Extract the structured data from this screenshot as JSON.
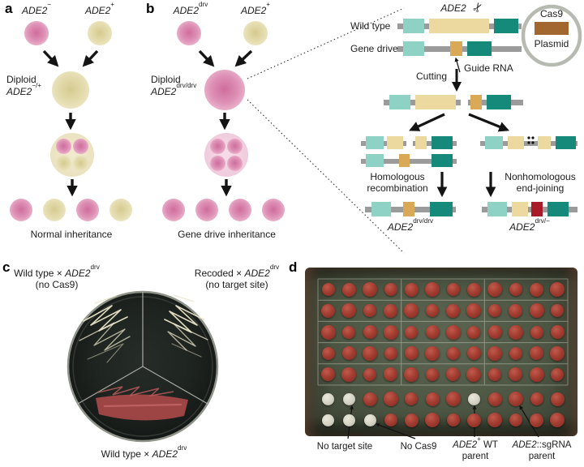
{
  "colors": {
    "cell_pink": "#dd8fb4",
    "cell_yellow": "#e4dcae",
    "homology_teal_light": "#8ed1c5",
    "homology_teal_dark": "#15897a",
    "ade2_cassette_yellow": "#ecd9a0",
    "guide_target_orange": "#d9a958",
    "cas9_brown": "#a2672f",
    "nhej_mutation_red": "#a81b28",
    "chromosome_gray": "#9b9b9b",
    "colony_red": "#a23c30",
    "colony_white": "#d3d2c2"
  },
  "panel_a": {
    "label": "a",
    "parent1_gene": "ADE2",
    "parent1_sup": "−",
    "parent2_gene": "ADE2",
    "parent2_sup": "+",
    "diploid_word": "Diploid",
    "diploid_gene": "ADE2",
    "diploid_sup": "−/+",
    "caption": "Normal inheritance"
  },
  "panel_b": {
    "label": "b",
    "parent1_gene": "ADE2",
    "parent1_sup": "drv",
    "parent2_gene": "ADE2",
    "parent2_sup": "+",
    "diploid_word": "Diploid",
    "diploid_gene": "ADE2",
    "diploid_sup": "drv/drv",
    "caption": "Gene drive inheritance"
  },
  "mechanism": {
    "wild_type_label": "Wild type",
    "gene_drive_label": "Gene drive",
    "gene_label": "ADE2",
    "scissors_icon": "✂",
    "guide_rna_label": "Guide RNA",
    "cas9_label": "Cas9",
    "plasmid_label": "Plasmid",
    "cutting_label": "Cutting",
    "hr_label_line1": "Homologous",
    "hr_label_line2": "recombination",
    "nhej_label_line1": "Nonhomologous",
    "nhej_label_line2": "end-joining",
    "hr_result_gene": "ADE2",
    "hr_result_sup": "drv/drv",
    "nhej_result_gene": "ADE2",
    "nhej_result_sup": "drv/−"
  },
  "panel_c": {
    "label": "c",
    "top_left_pre": "Wild type × ",
    "top_left_gene": "ADE2",
    "top_left_sup": "drv",
    "top_left_line2": "(no Cas9)",
    "top_right_pre": "Recoded × ",
    "top_right_gene": "ADE2",
    "top_right_sup": "drv",
    "top_right_line2": "(no target site)",
    "bottom_pre": "Wild type × ",
    "bottom_gene": "ADE2",
    "bottom_sup": "drv"
  },
  "panel_d": {
    "label": "d",
    "plate_rows": [
      "rrrrrrrrrrrr",
      "rrrrrrrrrrrr",
      "rrrrrrrrrrrr",
      "rrrrrrrrrrrr",
      "rrrrrrrrrrrr",
      "wwrrrrrwrrrr",
      "wwwrrrrrrrrr"
    ],
    "callout_no_target": "No target site",
    "callout_no_cas9": "No Cas9",
    "callout_wt_gene": "ADE2",
    "callout_wt_sup": "+",
    "callout_wt_rest": " WT",
    "callout_wt_line2": "parent",
    "callout_sgrna_gene": "ADE2",
    "callout_sgrna_rest": "::sgRNA",
    "callout_sgrna_line2": "parent"
  }
}
